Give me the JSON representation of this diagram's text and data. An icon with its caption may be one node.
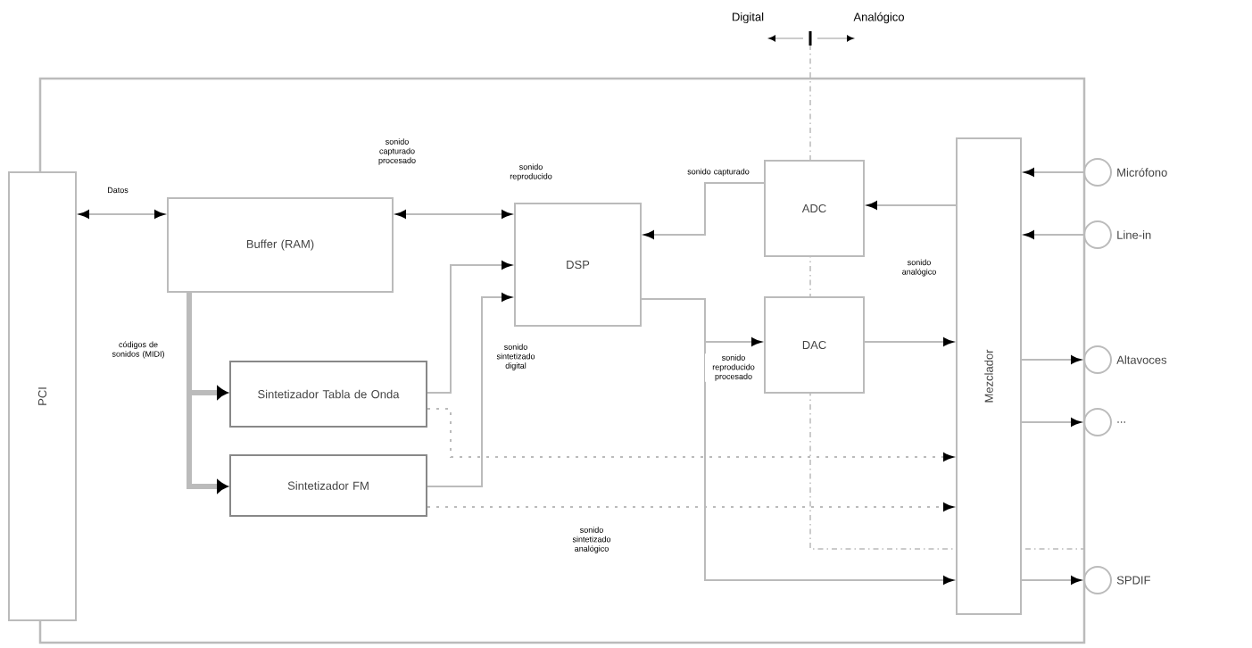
{
  "diagram": {
    "nodes": [
      {
        "text": [
          "PCI"
        ]
      },
      {
        "text": [
          "Buffer (RAM)"
        ]
      },
      {
        "text": [
          "DSP"
        ]
      },
      {
        "text": [
          "ADC"
        ]
      },
      {
        "text": [
          "DAC"
        ]
      },
      {
        "text": [
          "Sintetizador Tabla de Onda"
        ]
      },
      {
        "text": [
          "Sintetizador FM"
        ]
      },
      {
        "text": [
          "Mezclador"
        ]
      },
      {
        "text": [
          "Micrófono"
        ]
      },
      {
        "text": [
          "Line-in"
        ]
      },
      {
        "text": [
          "Altavoces"
        ]
      },
      {
        "text": [
          "..."
        ]
      },
      {
        "text": [
          "SPDIF"
        ]
      }
    ],
    "edges": [
      {
        "from": 0,
        "to": 1,
        "arrow": "both",
        "label": "Datos"
      },
      {
        "from": 1,
        "to": 2,
        "arrow": "both",
        "label": "sonido reproducido"
      },
      {
        "from": 3,
        "to": 2,
        "arrow": "to",
        "label": "sonido capturado"
      },
      {
        "from": 7,
        "to": 3,
        "arrow": "to"
      },
      {
        "from": 2,
        "to": 4,
        "arrow": "to",
        "label": "sonido reproducido procesado"
      },
      {
        "from": 4,
        "to": 7,
        "arrow": "to"
      },
      {
        "from": 2,
        "to": 7,
        "arrow": "to"
      },
      {
        "from": 1,
        "to": 5,
        "arrow": "to",
        "style": "thick",
        "label": "códigos de sonidos (MIDI)"
      },
      {
        "from": 1,
        "to": 6,
        "arrow": "to",
        "style": "thick"
      },
      {
        "from": 5,
        "to": 2,
        "arrow": "to"
      },
      {
        "from": 6,
        "to": 2,
        "arrow": "to",
        "label": "sonido sintetizado digital"
      },
      {
        "from": 5,
        "to": 7,
        "arrow": "to",
        "style": "dashed"
      },
      {
        "from": 6,
        "to": 7,
        "arrow": "to",
        "style": "dashed",
        "label": "sonido sintetizado analógico"
      },
      {
        "from": 8,
        "to": 7,
        "arrow": "to"
      },
      {
        "from": 9,
        "to": 7,
        "arrow": "to"
      },
      {
        "from": 7,
        "to": 10,
        "arrow": "to"
      },
      {
        "from": 7,
        "to": 11,
        "arrow": "to"
      },
      {
        "from": 7,
        "to": 12,
        "arrow": "to"
      }
    ],
    "labels": [
      "Digital",
      "Analógico",
      "sonido capturado procesado",
      "sonido analógico"
    ]
  }
}
